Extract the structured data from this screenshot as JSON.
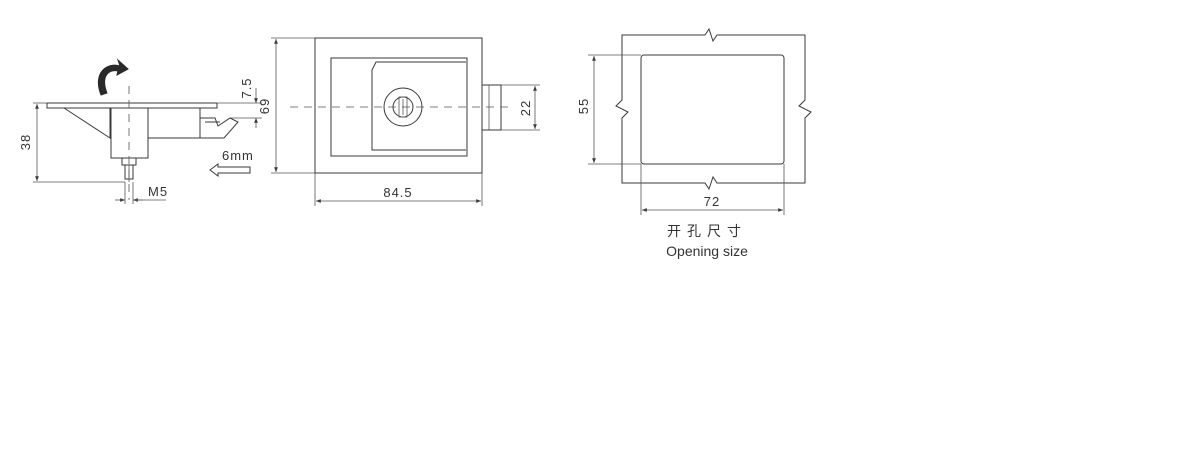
{
  "side_view": {
    "dim_height": "38",
    "dim_thread": "M5",
    "dim_travel": "6mm",
    "dim_offset": "7.5"
  },
  "front_view": {
    "dim_height": "69",
    "dim_width": "84.5",
    "dim_tongue": "22"
  },
  "cutout_view": {
    "dim_height": "55",
    "dim_width": "72",
    "caption_zh": "开孔尺寸",
    "caption_en": "Opening size"
  }
}
